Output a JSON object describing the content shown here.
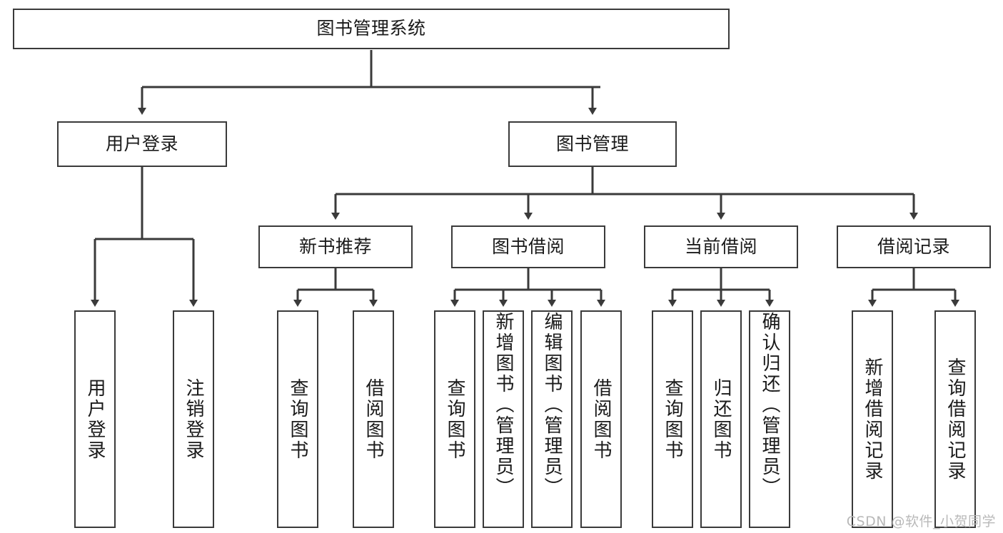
{
  "diagram": {
    "type": "tree",
    "title": "图书管理系统",
    "root": {
      "label": "图书管理系统"
    },
    "level2": [
      {
        "label": "用户登录"
      },
      {
        "label": "图书管理"
      }
    ],
    "level3": [
      {
        "label": "新书推荐"
      },
      {
        "label": "图书借阅"
      },
      {
        "label": "当前借阅"
      },
      {
        "label": "借阅记录"
      }
    ],
    "leaves": {
      "user_login": [
        {
          "label": "用户登录"
        },
        {
          "label": "注销登录"
        }
      ],
      "new_book_recommend": [
        {
          "label": "查询图书"
        },
        {
          "label": "借阅图书"
        }
      ],
      "book_borrow": [
        {
          "label": "查询图书"
        },
        {
          "label": "新增图书（管理员）"
        },
        {
          "label": "编辑图书（管理员）"
        },
        {
          "label": "借阅图书"
        }
      ],
      "current_borrow": [
        {
          "label": "查询图书"
        },
        {
          "label": "归还图书"
        },
        {
          "label": "确认归还（管理员）"
        }
      ],
      "borrow_record": [
        {
          "label": "新增借阅记录"
        },
        {
          "label": "查询借阅记录"
        }
      ]
    }
  },
  "watermark": {
    "text": "CSDN @软件_小贺同学"
  },
  "colors": {
    "border": "#3a3a3a",
    "background": "#ffffff",
    "text": "#1a1a1a",
    "watermark": "#b9b9b9"
  }
}
